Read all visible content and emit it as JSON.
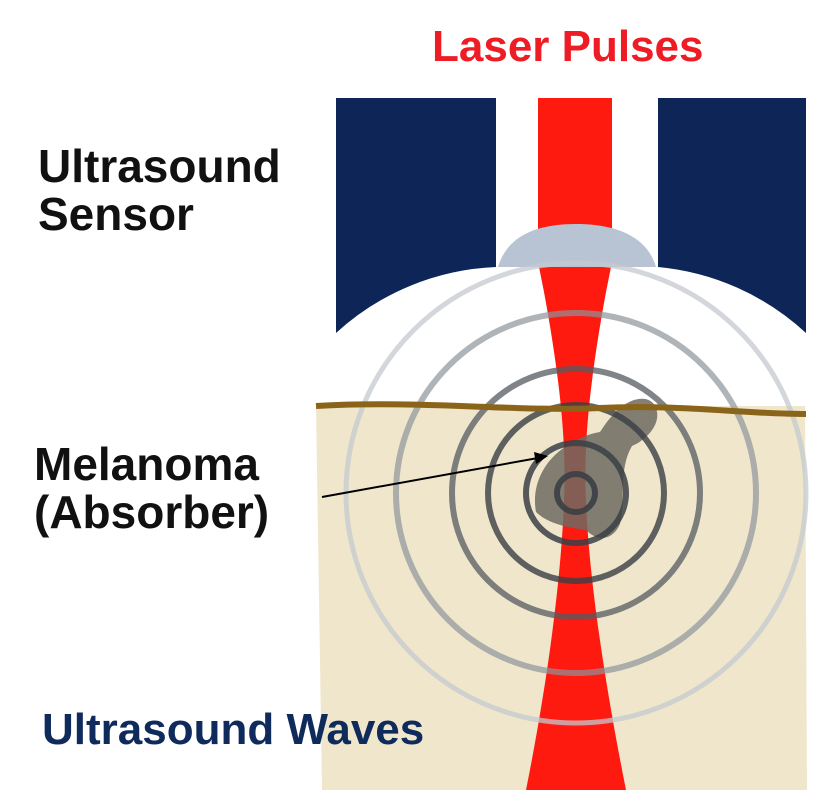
{
  "labels": {
    "laser": "Laser Pulses",
    "sensor_line1": "Ultrasound",
    "sensor_line2": "Sensor",
    "melanoma_line1": "Melanoma",
    "melanoma_line2": "(Absorber)",
    "waves": "Ultrasound Waves"
  },
  "colors": {
    "laser_text": "#ee1c24",
    "waves_text": "#0f2b5c",
    "sensor_block": "#0d2557",
    "beam": "#ff1a10",
    "lens": "#b8c3d3",
    "skin_fill": "#f0e6cc",
    "skin_line": "#8a6418",
    "melanoma": "#6e6a60",
    "ring_outer": "#c4c9cf",
    "ring_inner": "#3a3f45"
  }
}
